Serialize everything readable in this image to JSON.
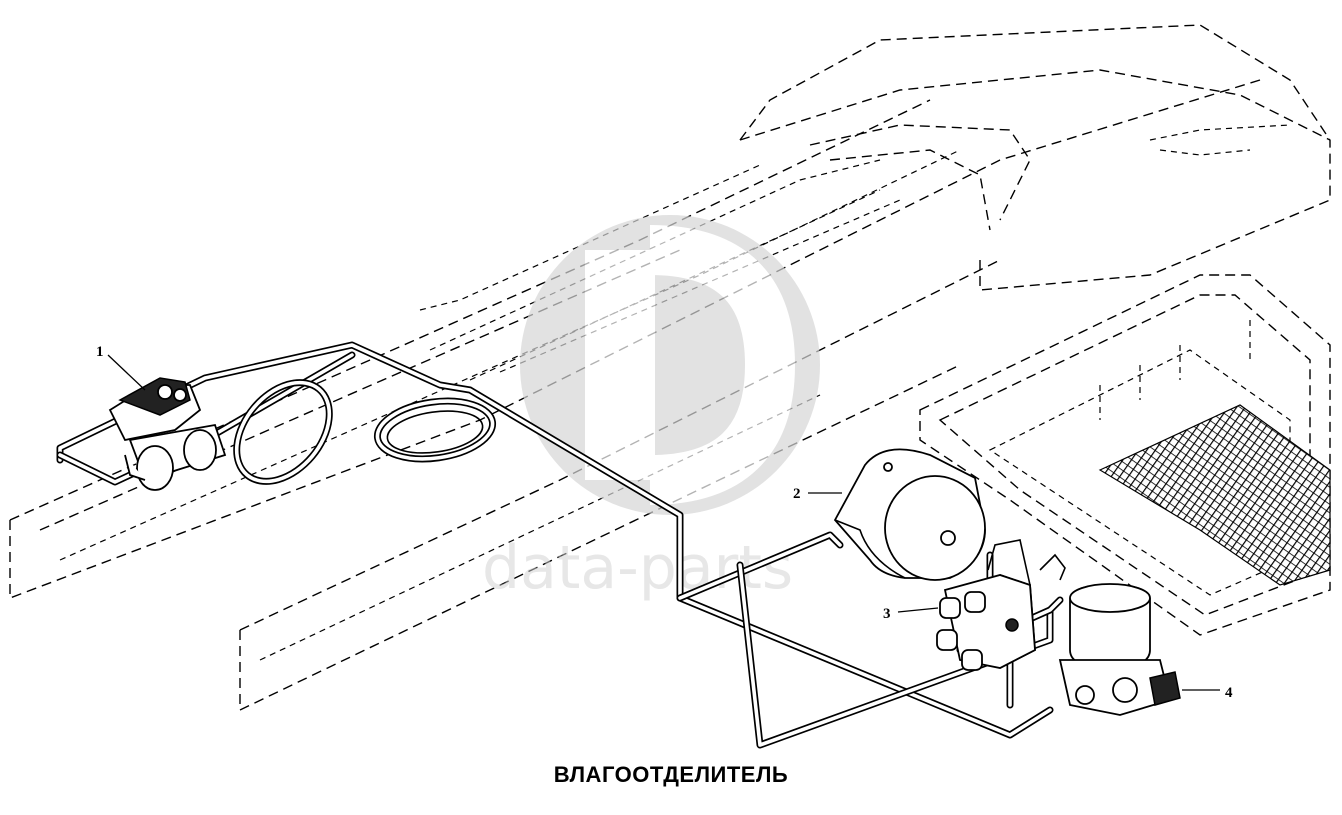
{
  "title": "ВЛАГООТДЕЛИТЕЛЬ",
  "watermark": {
    "text": "data-parts",
    "color": "#d0d0d0"
  },
  "callouts": [
    {
      "label": "1"
    },
    {
      "label": "2"
    },
    {
      "label": "3"
    },
    {
      "label": "4"
    }
  ]
}
